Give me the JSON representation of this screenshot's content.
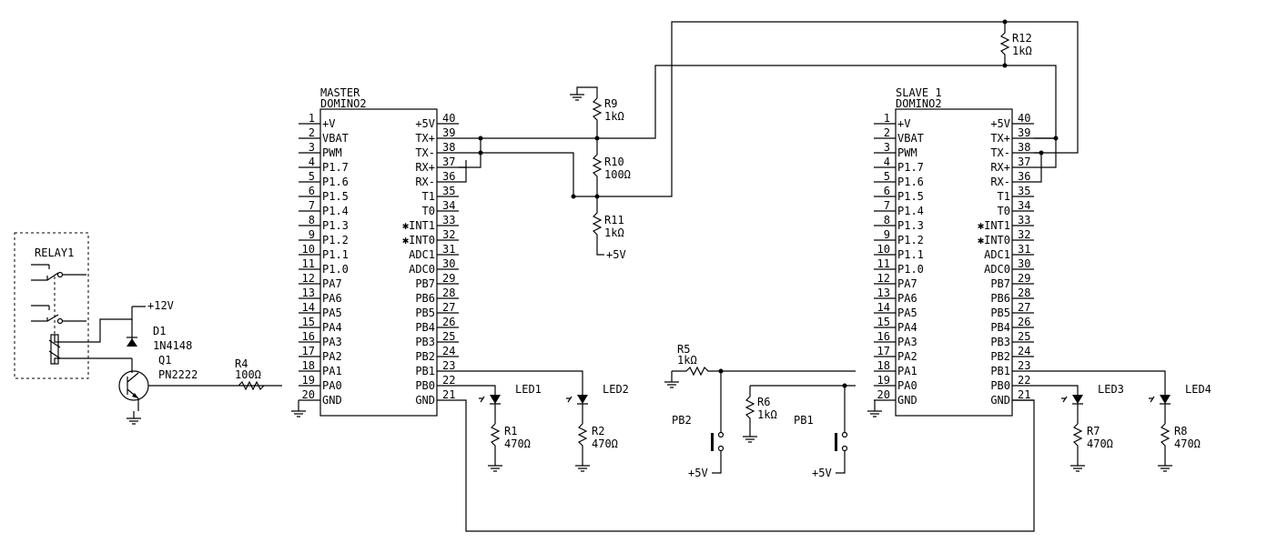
{
  "master": {
    "title": "MASTER",
    "part": "DOMINO2",
    "left_pins": [
      {
        "num": "1",
        "name": "+V"
      },
      {
        "num": "2",
        "name": "VBAT"
      },
      {
        "num": "3",
        "name": "PWM"
      },
      {
        "num": "4",
        "name": "P1.7"
      },
      {
        "num": "5",
        "name": "P1.6"
      },
      {
        "num": "6",
        "name": "P1.5"
      },
      {
        "num": "7",
        "name": "P1.4"
      },
      {
        "num": "8",
        "name": "P1.3"
      },
      {
        "num": "9",
        "name": "P1.2"
      },
      {
        "num": "10",
        "name": "P1.1"
      },
      {
        "num": "11",
        "name": "P1.0"
      },
      {
        "num": "12",
        "name": "PA7"
      },
      {
        "num": "13",
        "name": "PA6"
      },
      {
        "num": "14",
        "name": "PA5"
      },
      {
        "num": "15",
        "name": "PA4"
      },
      {
        "num": "16",
        "name": "PA3"
      },
      {
        "num": "17",
        "name": "PA2"
      },
      {
        "num": "18",
        "name": "PA1"
      },
      {
        "num": "19",
        "name": "PA0"
      },
      {
        "num": "20",
        "name": "GND"
      }
    ],
    "right_pins": [
      {
        "num": "40",
        "name": "+5V"
      },
      {
        "num": "39",
        "name": "TX+"
      },
      {
        "num": "38",
        "name": "TX-"
      },
      {
        "num": "37",
        "name": "RX+"
      },
      {
        "num": "36",
        "name": "RX-"
      },
      {
        "num": "35",
        "name": "T1"
      },
      {
        "num": "34",
        "name": "T0"
      },
      {
        "num": "33",
        "name": "✱INT1"
      },
      {
        "num": "32",
        "name": "✱INT0"
      },
      {
        "num": "31",
        "name": "ADC1"
      },
      {
        "num": "30",
        "name": "ADC0"
      },
      {
        "num": "29",
        "name": "PB7"
      },
      {
        "num": "28",
        "name": "PB6"
      },
      {
        "num": "27",
        "name": "PB5"
      },
      {
        "num": "26",
        "name": "PB4"
      },
      {
        "num": "25",
        "name": "PB3"
      },
      {
        "num": "24",
        "name": "PB2"
      },
      {
        "num": "23",
        "name": "PB1"
      },
      {
        "num": "22",
        "name": "PB0"
      },
      {
        "num": "21",
        "name": "GND"
      }
    ]
  },
  "slave": {
    "title": "SLAVE 1",
    "part": "DOMINO2",
    "left_pins": [
      {
        "num": "1",
        "name": "+V"
      },
      {
        "num": "2",
        "name": "VBAT"
      },
      {
        "num": "3",
        "name": "PWM"
      },
      {
        "num": "4",
        "name": "P1.7"
      },
      {
        "num": "5",
        "name": "P1.6"
      },
      {
        "num": "6",
        "name": "P1.5"
      },
      {
        "num": "7",
        "name": "P1.4"
      },
      {
        "num": "8",
        "name": "P1.3"
      },
      {
        "num": "9",
        "name": "P1.2"
      },
      {
        "num": "10",
        "name": "P1.1"
      },
      {
        "num": "11",
        "name": "P1.0"
      },
      {
        "num": "12",
        "name": "PA7"
      },
      {
        "num": "13",
        "name": "PA6"
      },
      {
        "num": "14",
        "name": "PA5"
      },
      {
        "num": "15",
        "name": "PA4"
      },
      {
        "num": "16",
        "name": "PA3"
      },
      {
        "num": "17",
        "name": "PA2"
      },
      {
        "num": "18",
        "name": "PA1"
      },
      {
        "num": "19",
        "name": "PA0"
      },
      {
        "num": "20",
        "name": "GND"
      }
    ],
    "right_pins": [
      {
        "num": "40",
        "name": "+5V"
      },
      {
        "num": "39",
        "name": "TX+"
      },
      {
        "num": "38",
        "name": "TX-"
      },
      {
        "num": "37",
        "name": "RX+"
      },
      {
        "num": "36",
        "name": "RX-"
      },
      {
        "num": "35",
        "name": "T1"
      },
      {
        "num": "34",
        "name": "T0"
      },
      {
        "num": "33",
        "name": "✱INT1"
      },
      {
        "num": "32",
        "name": "✱INT0"
      },
      {
        "num": "31",
        "name": "ADC1"
      },
      {
        "num": "30",
        "name": "ADC0"
      },
      {
        "num": "29",
        "name": "PB7"
      },
      {
        "num": "28",
        "name": "PB6"
      },
      {
        "num": "27",
        "name": "PB5"
      },
      {
        "num": "26",
        "name": "PB4"
      },
      {
        "num": "25",
        "name": "PB3"
      },
      {
        "num": "24",
        "name": "PB2"
      },
      {
        "num": "23",
        "name": "PB1"
      },
      {
        "num": "22",
        "name": "PB0"
      },
      {
        "num": "21",
        "name": "GND"
      }
    ]
  },
  "labels": {
    "relay": "RELAY1",
    "v12": "+12V",
    "d1": "D1",
    "d1_part": "1N4148",
    "q1": "Q1",
    "q1_part": "PN2222",
    "r4": "R4",
    "r4_val": "100Ω",
    "r9": "R9",
    "r9_val": "1kΩ",
    "r10": "R10",
    "r10_val": "100Ω",
    "r11": "R11",
    "r11_val": "1kΩ",
    "r11_supply": "+5V",
    "r12": "R12",
    "r12_val": "1kΩ",
    "led1": "LED1",
    "led2": "LED2",
    "r1": "R1",
    "r1_val": "470Ω",
    "r2": "R2",
    "r2_val": "470Ω",
    "r5": "R5",
    "r5_val": "1kΩ",
    "r6": "R6",
    "r6_val": "1kΩ",
    "pb2": "PB2",
    "pb2_supply": "+5V",
    "pb1": "PB1",
    "pb1_supply": "+5V",
    "led3": "LED3",
    "led4": "LED4",
    "r7": "R7",
    "r7_val": "470Ω",
    "r8": "R8",
    "r8_val": "470Ω"
  }
}
